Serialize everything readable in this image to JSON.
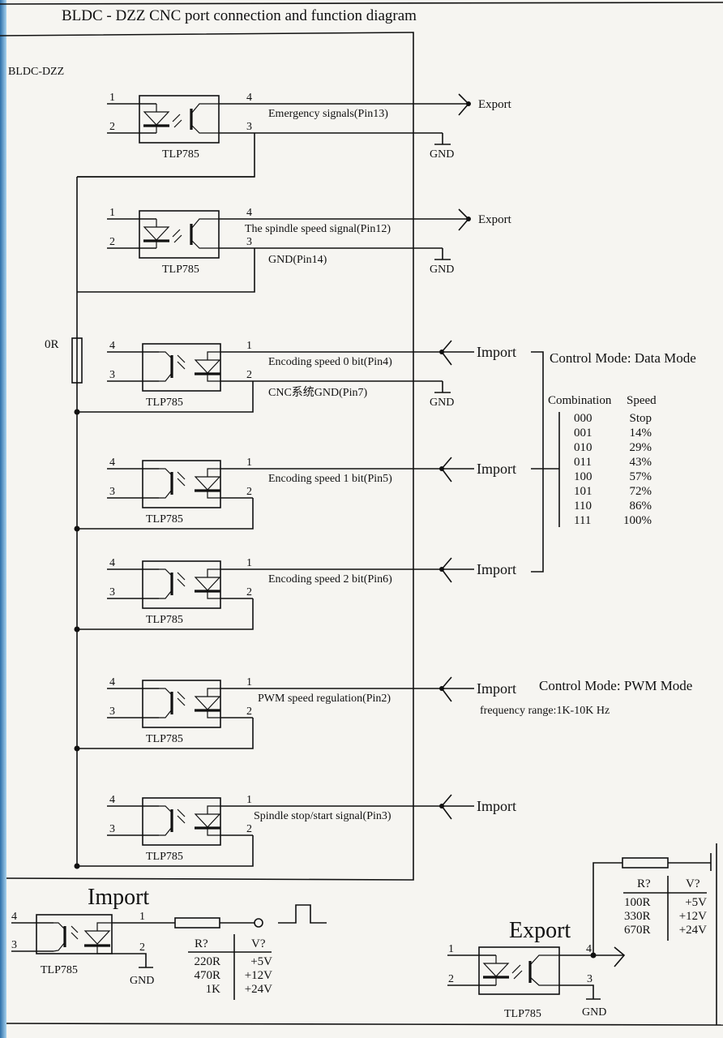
{
  "title": "BLDC - DZZ CNC port connection and function diagram",
  "board_label": "BLDC-DZZ",
  "chip_name": "TLP785",
  "resistor_0r": "0R",
  "gnd_label": "GND",
  "export_label": "Export",
  "import_label": "Import",
  "channels": [
    {
      "type": "output",
      "signal": "Emergency signals(Pin13)",
      "sub": "",
      "pins": [
        "1",
        "2",
        "4",
        "3"
      ],
      "port": "Export",
      "gnd": true
    },
    {
      "type": "output",
      "signal": "The spindle speed signal(Pin12)",
      "sub": "GND(Pin14)",
      "pins": [
        "1",
        "2",
        "4",
        "3"
      ],
      "port": "Export",
      "gnd": true
    },
    {
      "type": "input",
      "signal": "Encoding speed 0 bit(Pin4)",
      "sub": "CNC系统GND(Pin7)",
      "pins": [
        "4",
        "3",
        "1",
        "2"
      ],
      "port": "Import",
      "gnd": true
    },
    {
      "type": "input",
      "signal": "Encoding speed 1 bit(Pin5)",
      "sub": "",
      "pins": [
        "4",
        "3",
        "1",
        "2"
      ],
      "port": "Import",
      "gnd": false
    },
    {
      "type": "input",
      "signal": "Encoding speed 2 bit(Pin6)",
      "sub": "",
      "pins": [
        "4",
        "3",
        "1",
        "2"
      ],
      "port": "Import",
      "gnd": false
    },
    {
      "type": "input",
      "signal": "PWM speed regulation(Pin2)",
      "sub": "",
      "pins": [
        "4",
        "3",
        "1",
        "2"
      ],
      "port": "Import",
      "gnd": false
    },
    {
      "type": "input",
      "signal": "Spindle stop/start signal(Pin3)",
      "sub": "",
      "pins": [
        "4",
        "3",
        "1",
        "2"
      ],
      "port": "Import",
      "gnd": false
    }
  ],
  "data_mode": {
    "title": "Control Mode: Data Mode",
    "headers": [
      "Combination",
      "Speed"
    ],
    "rows": [
      [
        "000",
        "Stop"
      ],
      [
        "001",
        "14%"
      ],
      [
        "010",
        "29%"
      ],
      [
        "011",
        "43%"
      ],
      [
        "100",
        "57%"
      ],
      [
        "101",
        "72%"
      ],
      [
        "110",
        "86%"
      ],
      [
        "111",
        "100%"
      ]
    ]
  },
  "pwm_mode": {
    "title": "Control Mode: PWM Mode",
    "frequency": "frequency range:1K-10K Hz"
  },
  "import_example": {
    "title": "Import",
    "pins": [
      "4",
      "3",
      "1",
      "2"
    ],
    "headers": [
      "R?",
      "V?"
    ],
    "rows": [
      [
        "220R",
        "+5V"
      ],
      [
        "470R",
        "+12V"
      ],
      [
        "1K",
        "+24V"
      ]
    ]
  },
  "export_example": {
    "title": "Export",
    "pins": [
      "1",
      "2",
      "4",
      "3"
    ],
    "headers": [
      "R?",
      "V?"
    ],
    "rows": [
      [
        "100R",
        "+5V"
      ],
      [
        "330R",
        "+12V"
      ],
      [
        "670R",
        "+24V"
      ]
    ]
  }
}
